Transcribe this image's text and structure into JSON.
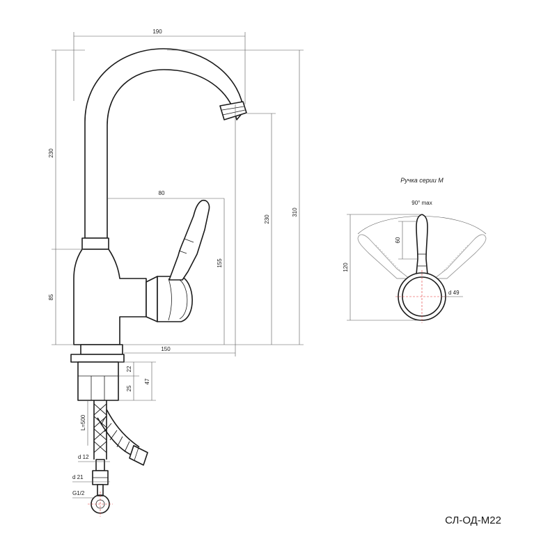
{
  "dims": {
    "overall_width": "190",
    "spout_height": "230",
    "handle_reach": "80",
    "outlet_height": "230",
    "total_height": "310",
    "handle_height": "155",
    "body_height": "85",
    "base_width": "150",
    "nut_a": "22",
    "nut_b": "25",
    "shank_length": "47",
    "hose_length": "L=500",
    "hose_diameter": "d 12",
    "nut_diameter": "d 21",
    "thread": "G1/2"
  },
  "handle_view": {
    "title": "Ручка серии М",
    "rotation": "90° max",
    "lever_length": "60",
    "height": "120",
    "hub_diameter": "d 49"
  },
  "product_code": "СЛ-ОД-М22"
}
